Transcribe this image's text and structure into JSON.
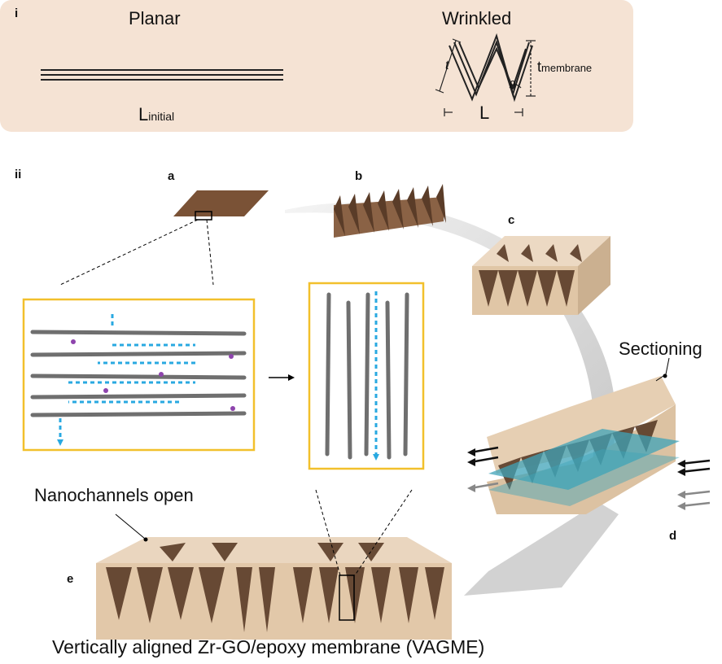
{
  "panel_i": {
    "label": "i",
    "planar_title": "Planar",
    "wrinkled_title": "Wrinkled",
    "l_initial_main": "L",
    "l_initial_sub": "initial",
    "t_label": "t",
    "t_membrane_main": "t",
    "t_membrane_sub": "membrane",
    "theta_label": "θ",
    "l_label": "L"
  },
  "panel_ii": {
    "label": "ii",
    "steps": {
      "a": "a",
      "b": "b",
      "c": "c",
      "d": "d",
      "e": "e"
    },
    "sectioning": "Sectioning",
    "nanochannels": "Nanochannels open",
    "caption": "Vertically aligned Zr-GO/epoxy membrane (VAGME)"
  },
  "colors": {
    "panel_bg": "#f5e3d4",
    "go_brown": "#6b4a32",
    "epoxy_tan": "#e2c8a9",
    "blade_cyan": "#3fa3b8",
    "flow_arrow": "#29a9e1",
    "box_border": "#f2c02c",
    "process_arrow": "#cfcfcf"
  }
}
